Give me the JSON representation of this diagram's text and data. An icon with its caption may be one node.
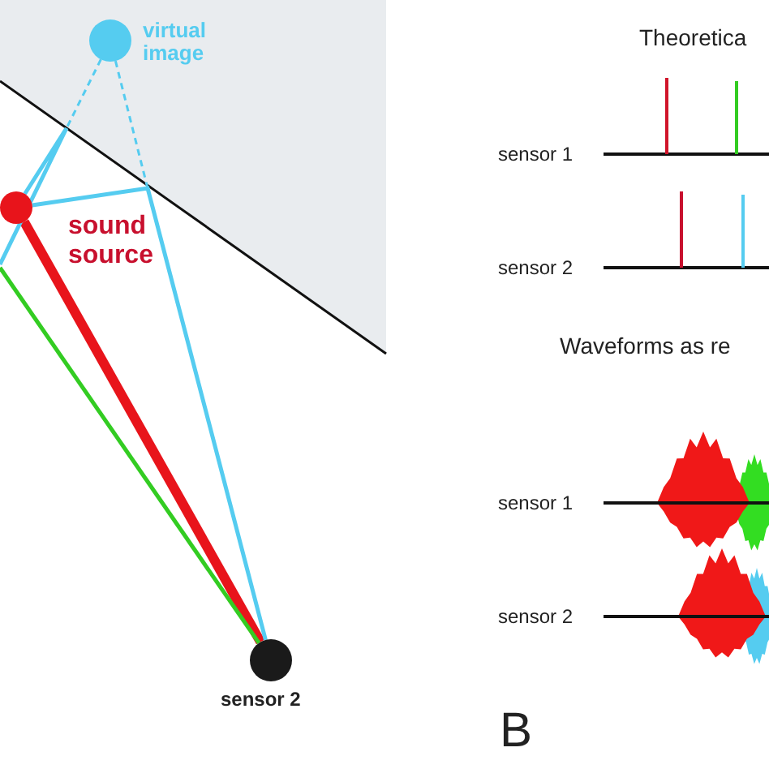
{
  "diagram": {
    "nodes": [
      {
        "text": [
          "virtual image"
        ]
      },
      {
        "text": [
          "sound source"
        ]
      },
      {
        "text": [
          "sensor 2"
        ]
      }
    ],
    "edges": [
      {
        "from": 1,
        "to": 2,
        "arrow": "none",
        "style": "thick",
        "color": "#e8141b"
      },
      {
        "from": null,
        "to": 2,
        "arrow": "none",
        "color": "#33cc22"
      },
      {
        "from": 1,
        "to": 2,
        "arrow": "none"
      },
      {
        "from": 1,
        "to": null,
        "arrow": "none"
      },
      {
        "from": 0,
        "to": null,
        "arrow": "none",
        "style": "dashed"
      },
      {
        "from": 0,
        "to": null,
        "arrow": "none",
        "style": "dashed"
      }
    ],
    "labels": [
      "Theoretica",
      "sensor 1",
      "sensor 2",
      "Waveforms as re",
      "sensor 1",
      "sensor 2",
      "B"
    ]
  }
}
